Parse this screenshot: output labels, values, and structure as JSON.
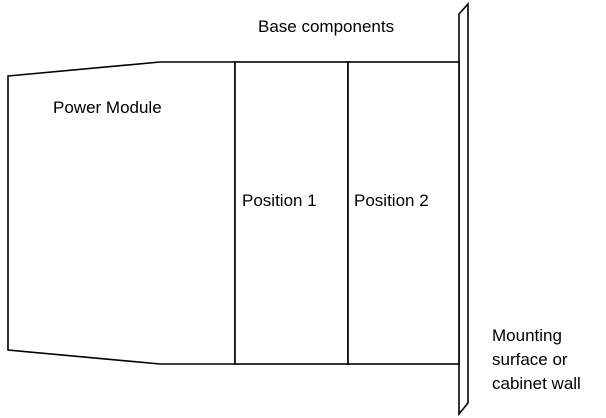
{
  "labels": {
    "base_components": "Base components",
    "power_module": "Power Module",
    "position_1": "Position 1",
    "position_2": "Position 2",
    "mounting_line1": "Mounting",
    "mounting_line2": "surface or",
    "mounting_line3": "cabinet wall"
  },
  "colors": {
    "stroke": "#000000",
    "background": "#ffffff"
  }
}
